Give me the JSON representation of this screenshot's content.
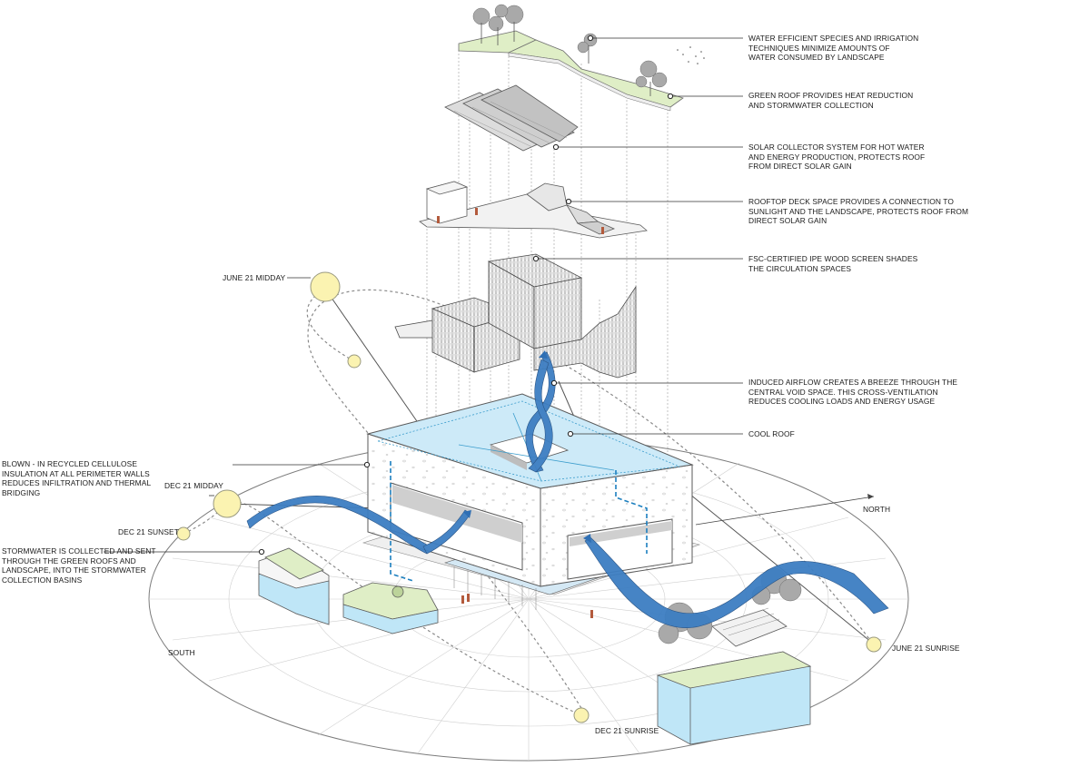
{
  "annotations": {
    "water_efficient": [
      "WATER EFFICIENT SPECIES AND IRRIGATION",
      "TECHNIQUES MINIMIZE AMOUNTS OF",
      "WATER CONSUMED BY LANDSCAPE"
    ],
    "green_roof": [
      "GREEN ROOF PROVIDES HEAT REDUCTION",
      "AND STORMWATER COLLECTION"
    ],
    "solar_collector": [
      "SOLAR COLLECTOR SYSTEM FOR HOT WATER",
      "AND ENERGY PRODUCTION, PROTECTS ROOF",
      "FROM DIRECT SOLAR GAIN"
    ],
    "rooftop_deck": [
      "ROOFTOP DECK SPACE PROVIDES A CONNECTION TO",
      "SUNLIGHT AND THE LANDSCAPE, PROTECTS ROOF FROM",
      "DIRECT SOLAR GAIN"
    ],
    "wood_screen": [
      "FSC-CERTIFIED IPE WOOD SCREEN SHADES",
      "THE CIRCULATION SPACES"
    ],
    "induced_airflow": [
      "INDUCED AIRFLOW CREATES A BREEZE THROUGH THE",
      "CENTRAL VOID SPACE.  THIS CROSS-VENTILATION",
      "REDUCES COOLING LOADS AND ENERGY USAGE"
    ],
    "cool_roof": [
      "COOL ROOF"
    ],
    "insulation": [
      "BLOWN - IN RECYCLED CELLULOSE",
      "INSULATION AT ALL PERIMETER WALLS",
      "REDUCES INFILTRATION AND THERMAL",
      "BRIDGING"
    ],
    "stormwater": [
      "STORMWATER IS COLLECTED AND SENT",
      "THROUGH THE GREEN ROOFS AND",
      "LANDSCAPE, INTO THE STORMWATER",
      "COLLECTION BASINS"
    ]
  },
  "sun_positions": {
    "june21_midday": "JUNE 21 MIDDAY",
    "dec21_midday": "DEC 21 MIDDAY",
    "dec21_sunset": "DEC 21 SUNSET",
    "june21_sunrise": "JUNE 21 SUNRISE",
    "dec21_sunrise": "DEC 21 SUNRISE"
  },
  "compass": {
    "north": "NORTH",
    "south": "SOUTH"
  },
  "colors": {
    "sun_fill": "#fbf3b1",
    "sun_stroke": "#9a9a80",
    "water_blue": "#bfe6f7",
    "airflow_blue": "#3d7ec2",
    "green_roof": "#dfeec6",
    "leader_line": "#333333"
  }
}
